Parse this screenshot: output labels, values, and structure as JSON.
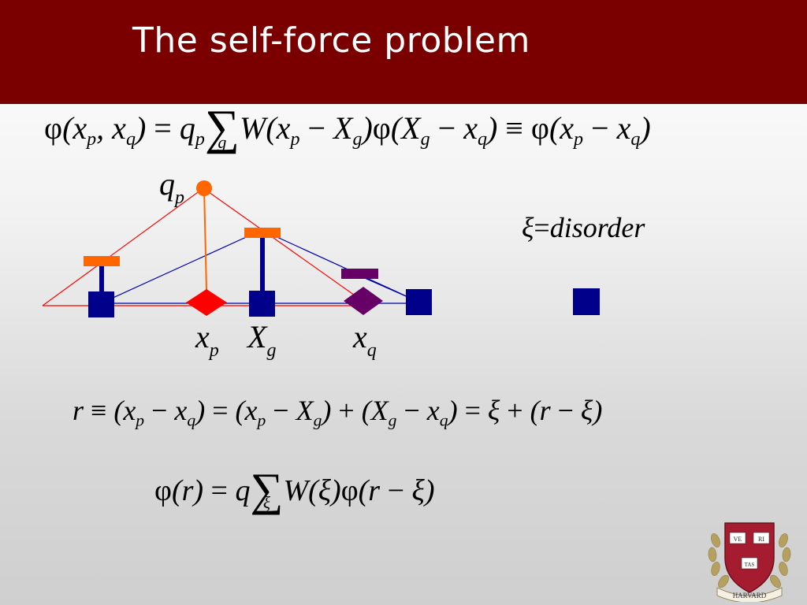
{
  "slide": {
    "title": "The self-force problem"
  },
  "equations": {
    "eq1_phi_lhs": "φ",
    "eq1_sum_index": "g",
    "disorder_xi": "ξ",
    "disorder_rhs": "disorder",
    "eq3_r": "r",
    "eq4_sum_index": "ξ"
  },
  "diagram_labels": {
    "qp": {
      "main": "q",
      "sub": "p"
    },
    "xp": {
      "main": "x",
      "sub": "p"
    },
    "Xg": {
      "main": "X",
      "sub": "g"
    },
    "xq": {
      "main": "x",
      "sub": "q"
    }
  },
  "seal": {
    "top_left_book": "VE",
    "top_right_book": "RI",
    "bottom_book": "TAS",
    "ribbon": "HARVARD"
  },
  "colors": {
    "header": "#7a0000",
    "navy_square": "#00008b",
    "red_diamond": "#ff0000",
    "purple_diamond": "#660066",
    "orange": "#ff6600",
    "red_line": "#ff0000",
    "blue_line": "#0000aa"
  }
}
